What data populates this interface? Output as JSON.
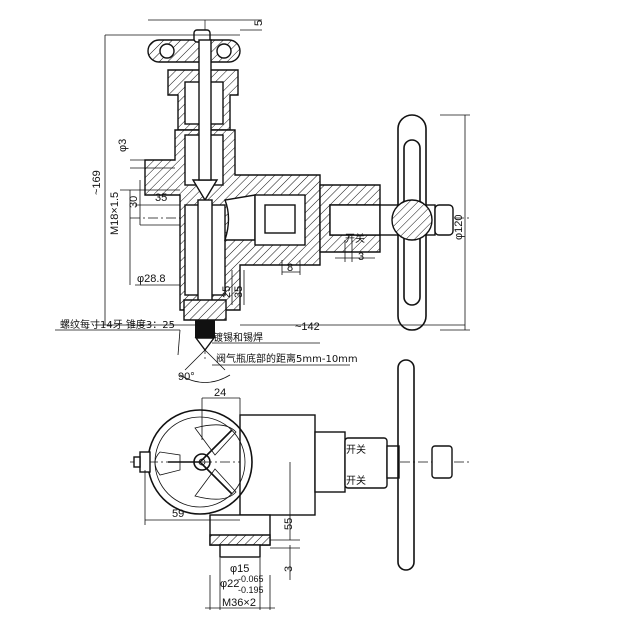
{
  "drawing": {
    "top_view": {
      "dim_5": "5",
      "dim_169": "~169",
      "dim_phi3": "φ3",
      "dim_m18": "M18×1.5",
      "dim_30": "30",
      "dim_35_left": "35",
      "dim_phi288": "φ28.8",
      "dim_25": "25",
      "dim_35_vertical": "35",
      "dim_8": "8",
      "dim_3": "3",
      "label_switch": "开关",
      "dim_phi120": "φ120",
      "dim_142": "~142",
      "note_thread": "螺纹每寸14牙 锥度3：25",
      "note_solder": "镀锡和锡焊",
      "note_distance": "阀气瓶底部的距离5mm-10mm",
      "angle_90": "90°"
    },
    "bottom_view": {
      "dim_24": "24",
      "dim_59": "59",
      "dim_55": "55",
      "dim_3": "3",
      "dim_phi15": "φ15",
      "dim_phi22": "φ22",
      "tol_upper": "-0.065",
      "tol_lower": "-0.195",
      "dim_m36": "M36×2",
      "label_switch_top": "开关",
      "label_switch_bottom": "开关"
    }
  }
}
